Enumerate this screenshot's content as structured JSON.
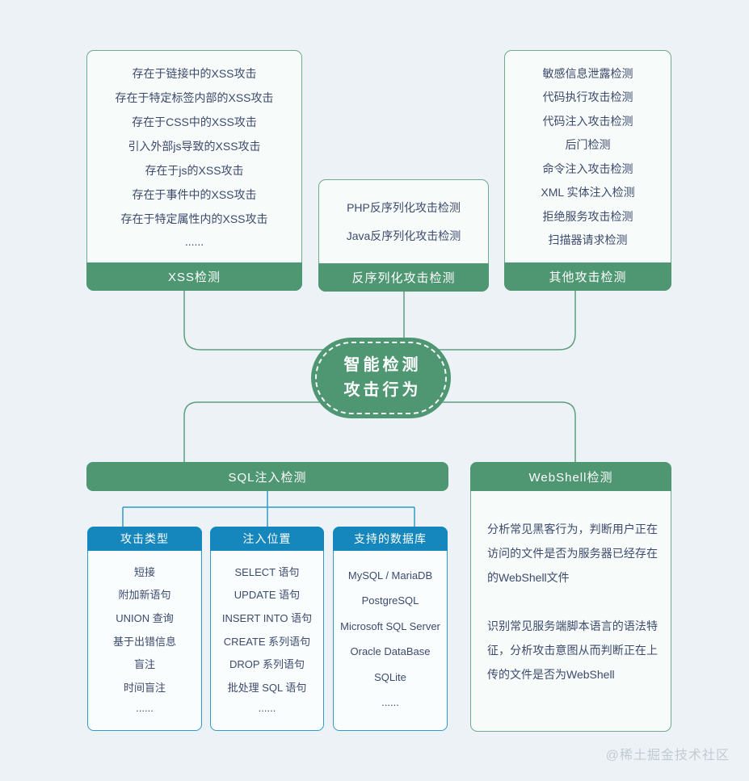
{
  "colors": {
    "background": "#edf2f6",
    "green": "#4f9672",
    "blue_header": "#1587bd",
    "card_border_green": "#6fab8d",
    "card_border_blue": "#2e9bca",
    "wire_green": "#5d9e7e",
    "wire_blue": "#2e9bca",
    "item_text": "#3c4a6e",
    "watermark_text": "#c2cad3"
  },
  "center_node": {
    "line1": "智能检测",
    "line2": "攻击行为"
  },
  "top_boxes": [
    {
      "title": "XSS检测",
      "items": [
        "存在于链接中的XSS攻击",
        "存在于特定标签内部的XSS攻击",
        "存在于CSS中的XSS攻击",
        "引入外部js导致的XSS攻击",
        "存在于js的XSS攻击",
        "存在于事件中的XSS攻击",
        "存在于特定属性内的XSS攻击",
        "......"
      ]
    },
    {
      "title": "反序列化攻击检测",
      "items": [
        "PHP反序列化攻击检测",
        "Java反序列化攻击检测"
      ]
    },
    {
      "title": "其他攻击检测",
      "items": [
        "敏感信息泄露检测",
        "代码执行攻击检测",
        "代码注入攻击检测",
        "后门检测",
        "命令注入攻击检测",
        "XML 实体注入检测",
        "拒绝服务攻击检测",
        "扫描器请求检测"
      ]
    }
  ],
  "sql_section": {
    "title": "SQL注入检测",
    "columns": [
      {
        "title": "攻击类型",
        "items": [
          "短接",
          "附加新语句",
          "UNION 查询",
          "基于出错信息",
          "盲注",
          "时间盲注",
          "......"
        ]
      },
      {
        "title": "注入位置",
        "items": [
          "SELECT 语句",
          "UPDATE 语句",
          "INSERT INTO 语句",
          "CREATE 系列语句",
          "DROP 系列语句",
          "批处理 SQL 语句",
          "......"
        ]
      },
      {
        "title": "支持的数据库",
        "items": [
          "MySQL / MariaDB",
          "PostgreSQL",
          "Microsoft SQL Server",
          "Oracle DataBase",
          "SQLite",
          "......"
        ]
      }
    ]
  },
  "webshell_section": {
    "title": "WebShell检测",
    "paragraphs": [
      "分析常见黑客行为，判断用户正在访问的文件是否为服务器已经存在的WebShell文件",
      "识别常见服务端脚本语言的语法特征，分析攻击意图从而判断正在上传的文件是否为WebShell"
    ]
  },
  "watermark": "@稀土掘金技术社区"
}
